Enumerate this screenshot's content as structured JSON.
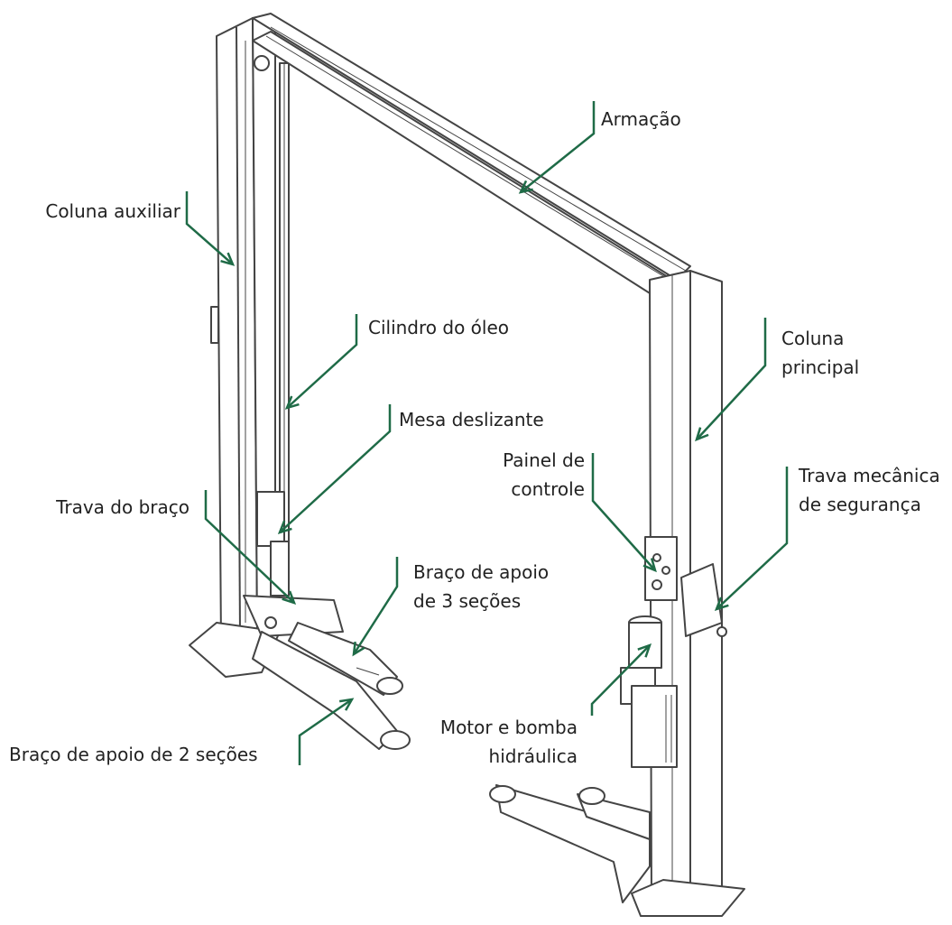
{
  "colors": {
    "arrow": "#1f6b47",
    "line_art": "#444444",
    "text": "#222222"
  },
  "labels": {
    "armacao": "Armação",
    "coluna_auxiliar": "Coluna auxiliar",
    "cilindro_oleo": "Cilindro do óleo",
    "coluna_principal": [
      "Coluna",
      "principal"
    ],
    "mesa_deslizante": "Mesa deslizante",
    "painel_controle": [
      "Painel de",
      "controle"
    ],
    "trava_mecanica": [
      "Trava mecânica",
      "de segurança"
    ],
    "trava_braco": "Trava do braço",
    "braco_3_secoes": [
      "Braço de apoio",
      "de 3 seções"
    ],
    "motor_bomba": [
      "Motor e bomba",
      "hidráulica"
    ],
    "braco_2_secoes": "Braço de apoio de 2 seções"
  }
}
